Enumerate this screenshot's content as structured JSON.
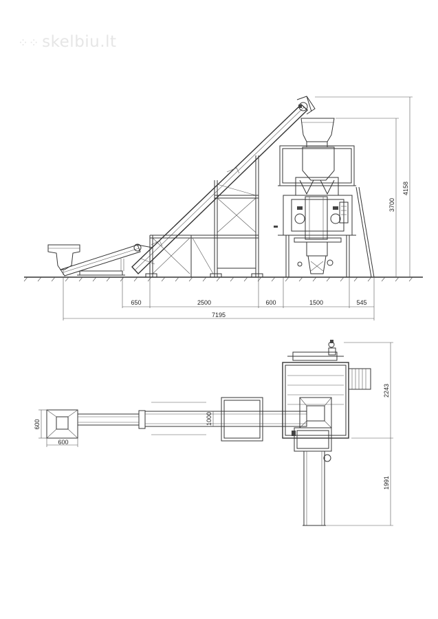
{
  "watermark": {
    "text": "skelbiu.lt",
    "icon": "dots-logo-icon"
  },
  "side_view": {
    "dims_horizontal": {
      "d1": "650",
      "d2": "2500",
      "d3": "600",
      "d4": "1500",
      "d5": "545",
      "total": "7195"
    },
    "dims_vertical": {
      "height_main": "3700",
      "height_total": "4158"
    }
  },
  "top_view": {
    "hopper_width": "600",
    "hopper_depth": "600",
    "conveyor_width": "1000",
    "machine_depth": "2243",
    "discharge_length": "1991"
  }
}
